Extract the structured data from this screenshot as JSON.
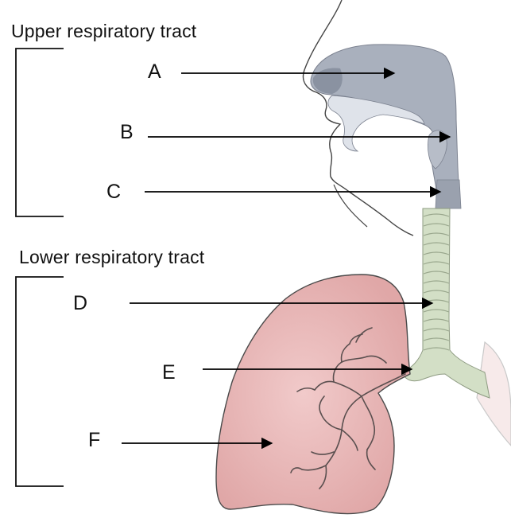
{
  "sections": {
    "upper": "Upper respiratory tract",
    "lower": "Lower respiratory tract"
  },
  "labels": {
    "a": "A",
    "b": "B",
    "c": "C",
    "d": "D",
    "e": "E",
    "f": "F"
  },
  "colors": {
    "airway": "#a9b0bd",
    "lung": "#e8b9b9",
    "trachea": "#d3dfc6",
    "outline": "#444444",
    "arrow": "#000000"
  }
}
